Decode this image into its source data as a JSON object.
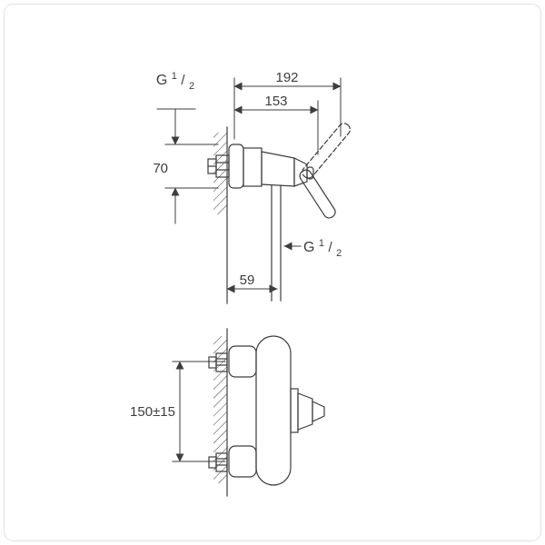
{
  "colors": {
    "background": "#ffffff",
    "frame_border": "#e2e2e2",
    "line": "#3d3d3d"
  },
  "top_view": {
    "inlet_thread": {
      "prefix": "G",
      "numerator": "1",
      "slash": "/",
      "denominator": "2"
    },
    "dim_total_depth": "192",
    "dim_body_depth": "153",
    "dim_inlet_span": "70",
    "outlet_thread": {
      "prefix": "G",
      "numerator": "1",
      "slash": "/",
      "denominator": "2"
    },
    "dim_outlet_offset": "59"
  },
  "front_view": {
    "dim_connection_centers": "150±15"
  }
}
